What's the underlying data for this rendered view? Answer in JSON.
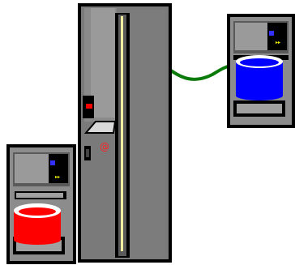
{
  "scene": {
    "colors": {
      "background": "#ffffff",
      "rack_body": "#7a7a7a",
      "rack_border": "#000000",
      "rack_highlight": "#a8a8a8",
      "rail": "#f2f0a0",
      "link": "#0a7a0a",
      "db_blue": "#0000ff",
      "db_red": "#ff0000",
      "server_body": "#8c8c8c",
      "server_panel": "#a0a0a0",
      "led_red": "#ff0000",
      "led_blue": "#3030ff",
      "led_yellow": "#ffff00",
      "at_symbol": "#ff2020"
    },
    "rack": {
      "label": "@",
      "icons": [
        "rack-cabinet-icon",
        "at-symbol-icon"
      ]
    },
    "servers": [
      {
        "name": "server-right",
        "database_color": "blue",
        "icon": "database-icon"
      },
      {
        "name": "server-left",
        "database_color": "red",
        "icon": "database-icon"
      }
    ],
    "connection": {
      "from": "rack",
      "to": "server-right",
      "style": "green-cable"
    }
  }
}
